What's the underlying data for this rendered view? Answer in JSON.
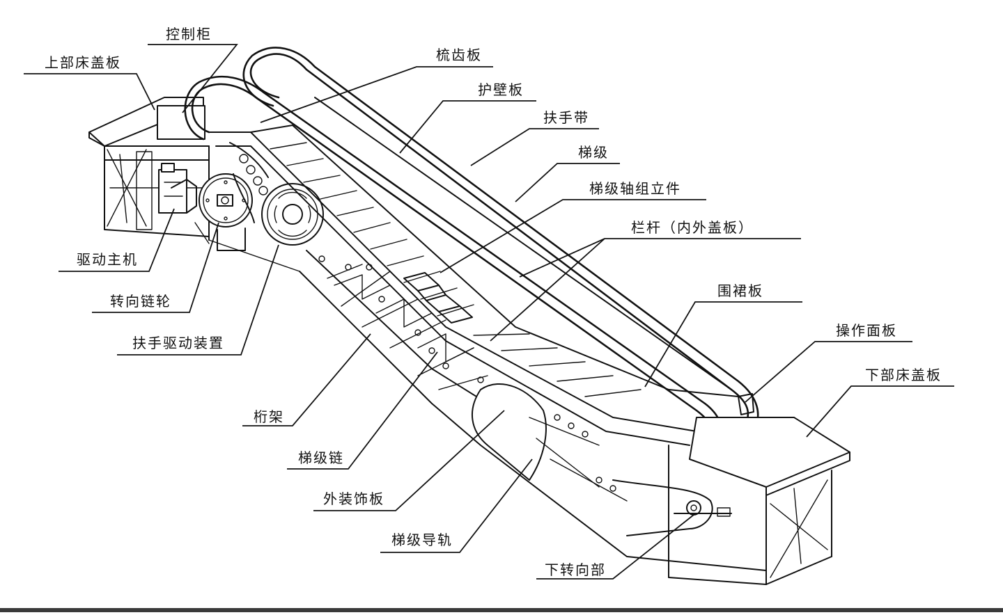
{
  "labels": {
    "control_cabinet": "控制柜",
    "upper_cover_plate": "上部床盖板",
    "comb_plate": "梳齿板",
    "guard_panel": "护壁板",
    "handrail_belt": "扶手带",
    "step": "梯级",
    "step_axle_assembly": "梯级轴组立件",
    "balustrade": "栏杆（内外盖板）",
    "skirt_panel": "围裙板",
    "operation_panel": "操作面板",
    "lower_cover_plate": "下部床盖板",
    "drive_main_unit": "驱动主机",
    "turning_sprocket": "转向链轮",
    "handrail_drive": "扶手驱动装置",
    "truss": "桁架",
    "step_chain": "梯级链",
    "exterior_decorative_panel": "外装饰板",
    "step_guide_rail": "梯级导轨",
    "lower_turning_section": "下转向部"
  }
}
